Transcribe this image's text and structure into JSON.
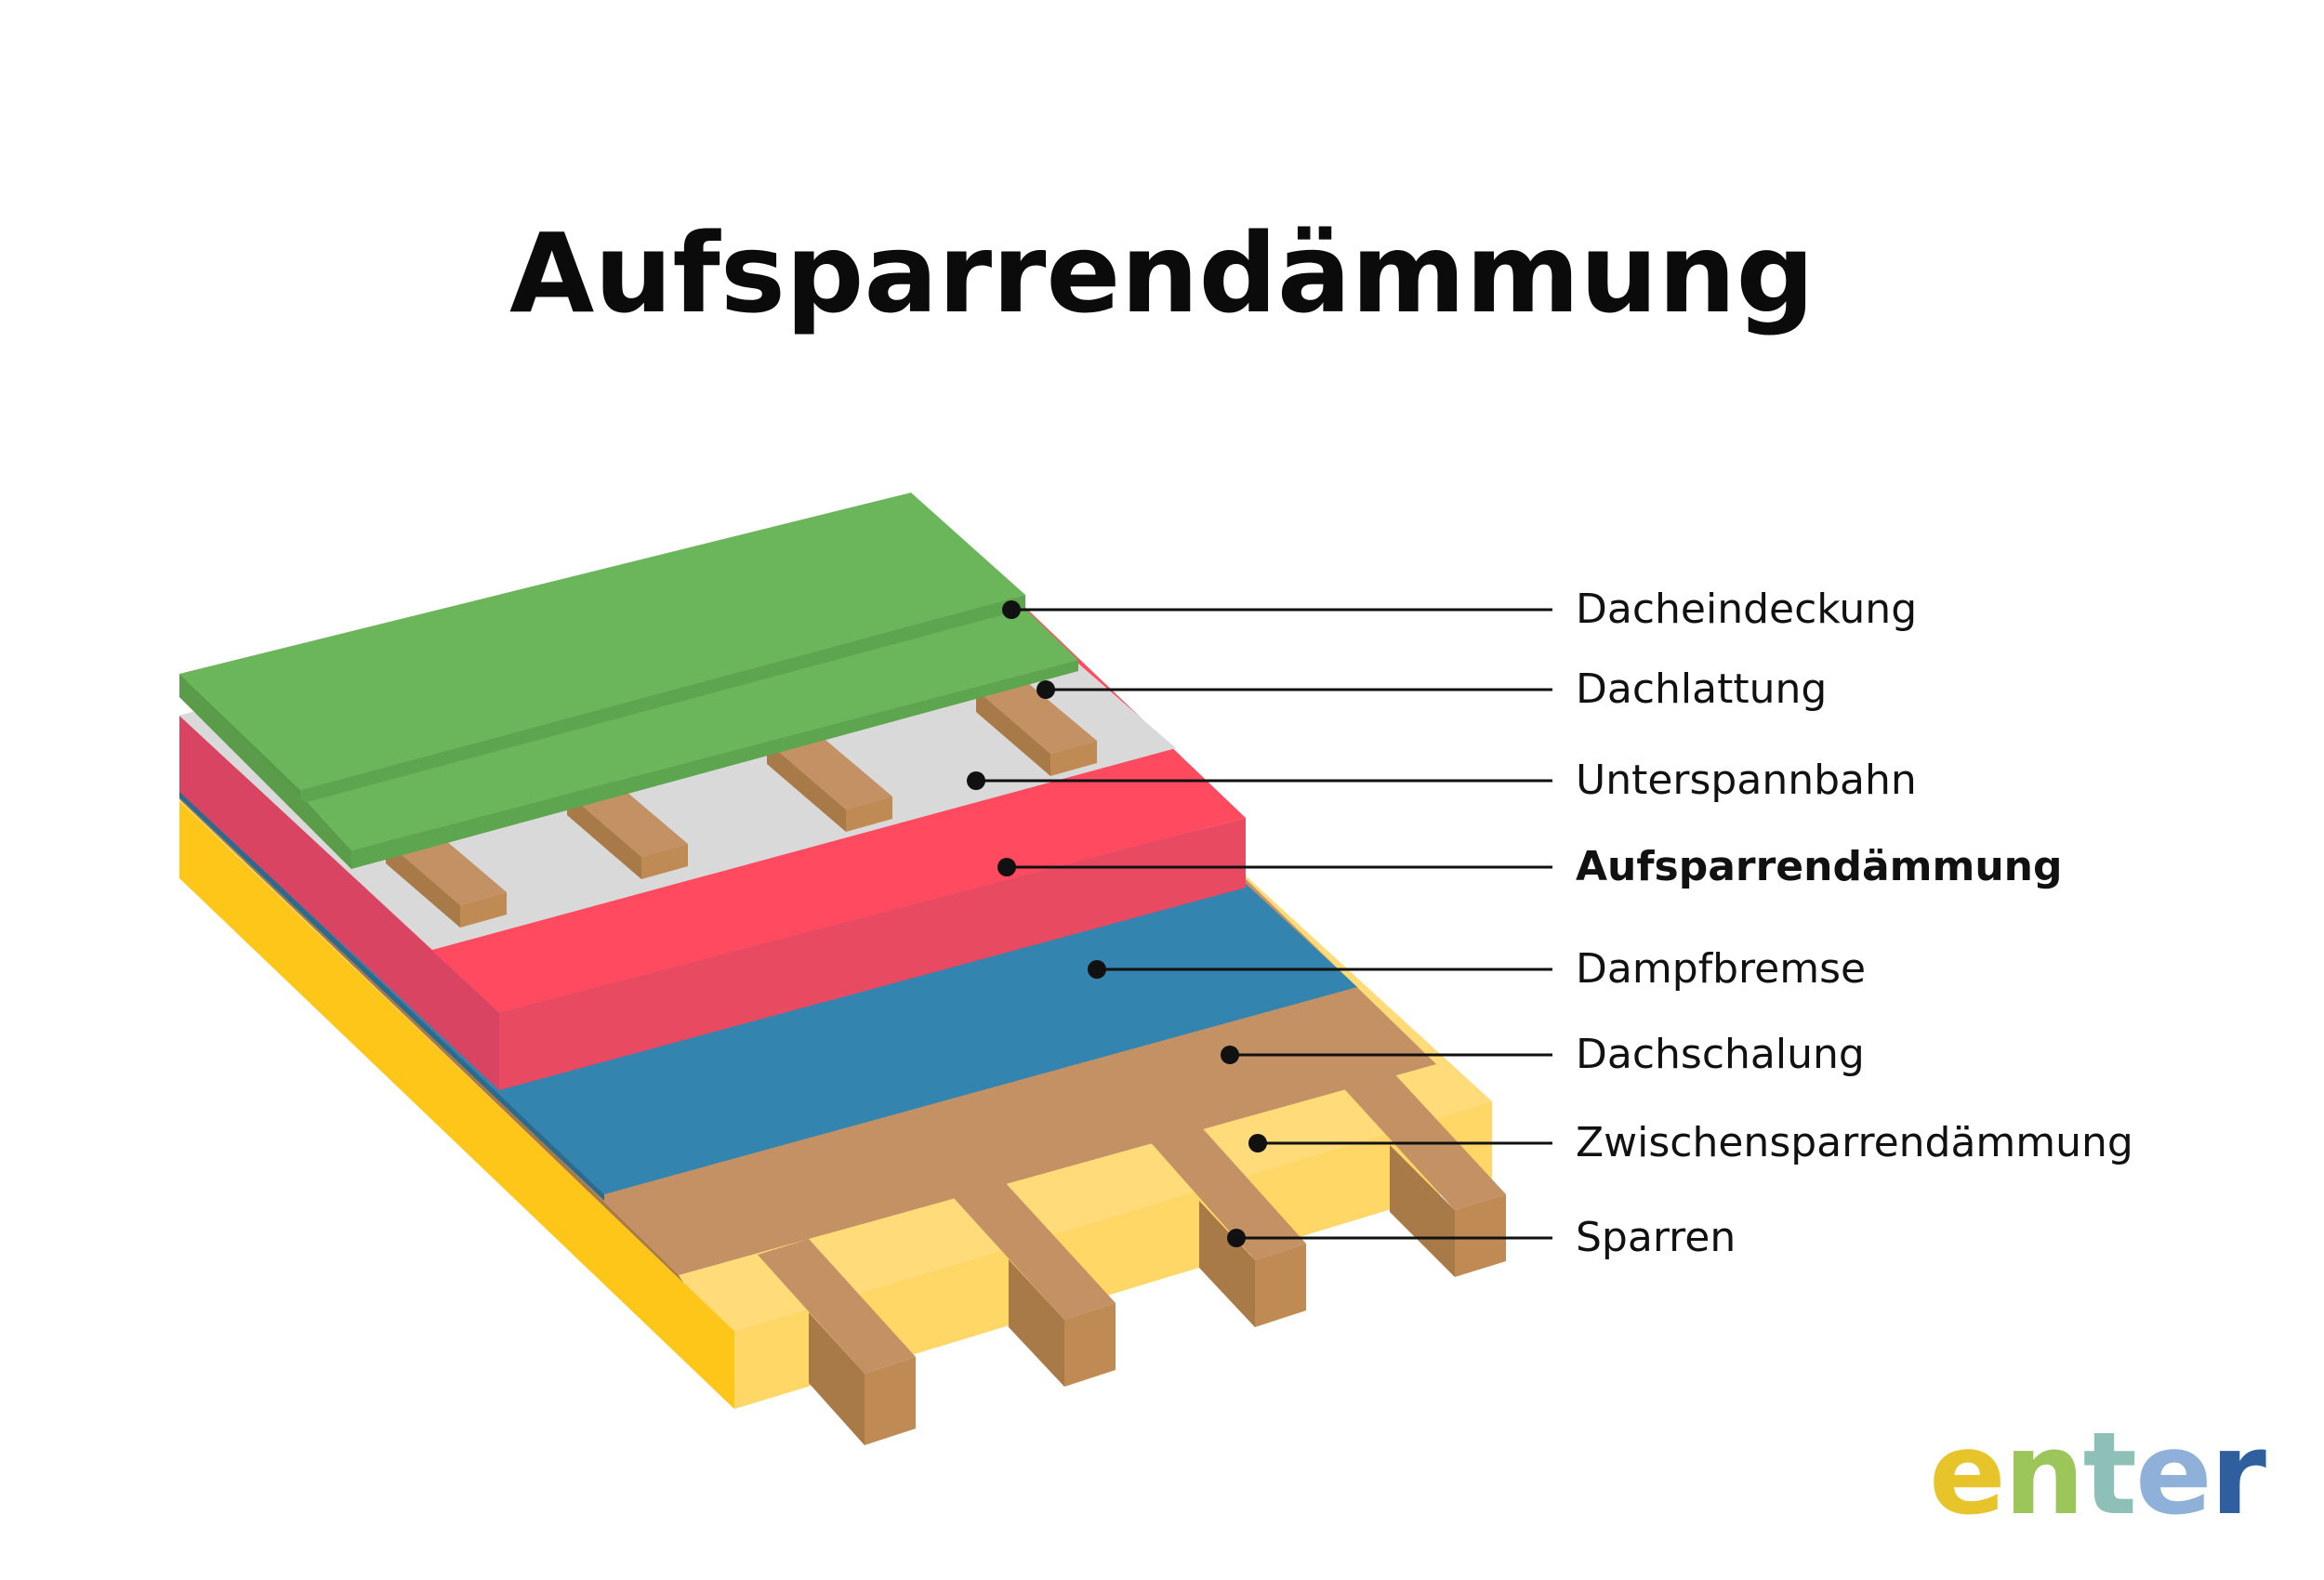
{
  "title": "Aufsparrendämmung",
  "labels": [
    {
      "key": "dacheindeckung",
      "text": "Dacheindeckung"
    },
    {
      "key": "dachlattung",
      "text": "Dachlattung"
    },
    {
      "key": "unterspannbahn",
      "text": "Unterspannbahn"
    },
    {
      "key": "aufsparrendaemmung",
      "text": "Aufsparrendämmung",
      "bold": true
    },
    {
      "key": "dampfbremse",
      "text": "Dampfbremse"
    },
    {
      "key": "dachschalung",
      "text": "Dachschalung"
    },
    {
      "key": "zwischensparrendaemmung",
      "text": "Zwischensparrendämmung"
    },
    {
      "key": "sparren",
      "text": "Sparren"
    }
  ],
  "logo": {
    "text": "enter"
  },
  "colors": {
    "roofing": "#6bb55b",
    "underlay": "#d9d9d9",
    "insulation_top": "#ff4a5f",
    "vapor_barrier": "#3386b0",
    "boarding": "#c49164",
    "between_insulation": "#ffd56a",
    "rafter": "#c49164",
    "leader": "#111111",
    "logo_gradient": [
      "#e6c42a",
      "#9cc65a",
      "#8fc0b8",
      "#8fb0d8",
      "#2f5f9f"
    ]
  }
}
